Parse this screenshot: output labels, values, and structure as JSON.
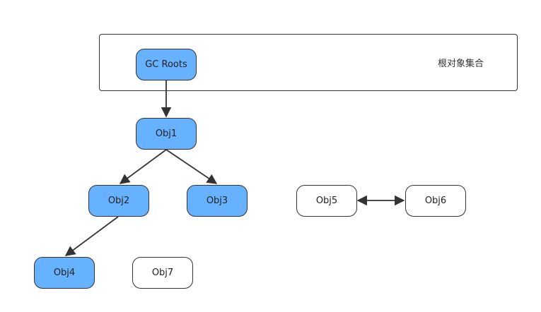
{
  "group": {
    "label": "根对象集合"
  },
  "nodes": {
    "gc_roots": {
      "label": "GC Roots",
      "state": "reachable"
    },
    "obj1": {
      "label": "Obj1",
      "state": "reachable"
    },
    "obj2": {
      "label": "Obj2",
      "state": "reachable"
    },
    "obj3": {
      "label": "Obj3",
      "state": "reachable"
    },
    "obj4": {
      "label": "Obj4",
      "state": "reachable"
    },
    "obj5": {
      "label": "Obj5",
      "state": "unreachable"
    },
    "obj6": {
      "label": "Obj6",
      "state": "unreachable"
    },
    "obj7": {
      "label": "Obj7",
      "state": "unreachable"
    }
  },
  "edges": [
    {
      "from": "GC Roots",
      "to": "Obj1",
      "direction": "forward"
    },
    {
      "from": "Obj1",
      "to": "Obj2",
      "direction": "forward"
    },
    {
      "from": "Obj1",
      "to": "Obj3",
      "direction": "forward"
    },
    {
      "from": "Obj2",
      "to": "Obj4",
      "direction": "forward"
    },
    {
      "from": "Obj5",
      "to": "Obj6",
      "direction": "both"
    }
  ],
  "colors": {
    "reachable_fill": "#66b2ff",
    "unreachable_fill": "#ffffff",
    "stroke": "#333333"
  }
}
